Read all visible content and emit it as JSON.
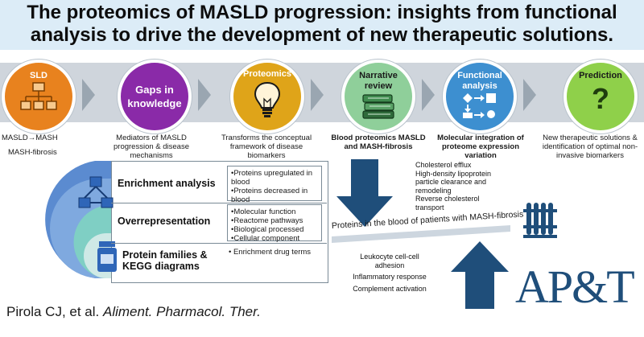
{
  "title": {
    "line1": "The proteomics of MASLD progression: insights from functional",
    "line2": "analysis to drive the development of new therapeutic solutions."
  },
  "steps": [
    {
      "label": "SLD",
      "icon": "org-chart-icon",
      "captions": [
        "MASLD→MASH",
        "MASH-fibrosis"
      ],
      "color": "#e8821e"
    },
    {
      "label": "Gaps in knowledge",
      "icon": "",
      "captions": [
        "Mediators of MASLD progression & disease mechanisms"
      ],
      "color": "#8a2aa8"
    },
    {
      "label": "Proteomics",
      "icon": "lightbulb-icon",
      "captions": [
        "Transforms the conceptual framework of disease biomarkers"
      ],
      "color": "#dfa419"
    },
    {
      "label": "Narrative review",
      "icon": "books-icon",
      "captions": [
        "Blood proteomics MASLD and MASH-fibrosis"
      ],
      "color": "#8fcf9a"
    },
    {
      "label": "Functional analysis",
      "icon": "flowchart-icon",
      "captions": [
        "Molecular integration of proteome expression variation"
      ],
      "color": "#3d8fd0"
    },
    {
      "label": "Prediction",
      "icon": "question-icon",
      "captions": [
        "New therapeutic solutions & identification of optimal non-invasive biomarkers"
      ],
      "color": "#8fd04a"
    }
  ],
  "analysis": {
    "rows": [
      {
        "title": "Enrichment analysis",
        "items": [
          "Proteins upregulated in blood",
          "Proteins decreased in blood"
        ]
      },
      {
        "title": "Overrepresentation",
        "items": [
          "Molecular function",
          "Reactome pathways",
          "Biological processed",
          "Cellular component"
        ]
      },
      {
        "title": "Protein families & KEGG diagrams",
        "items": [
          "Enrichment drug terms"
        ]
      }
    ]
  },
  "right_panel": {
    "upper_terms": [
      "Cholesterol efflux",
      "High-density lipoprotein particle clearance and remodeling",
      "Reverse cholesterol transport"
    ],
    "banner": "Proteins in the blood of patients with MASH-fibrosis",
    "lower_terms": [
      "Leukocyte cell-cell adhesion",
      "Inflammatory response",
      "Complement activation"
    ]
  },
  "citation": {
    "authors": "Pirola CJ, et al. ",
    "journal": "Aliment. Pharmacol. Ther."
  },
  "logo": "AP&T"
}
